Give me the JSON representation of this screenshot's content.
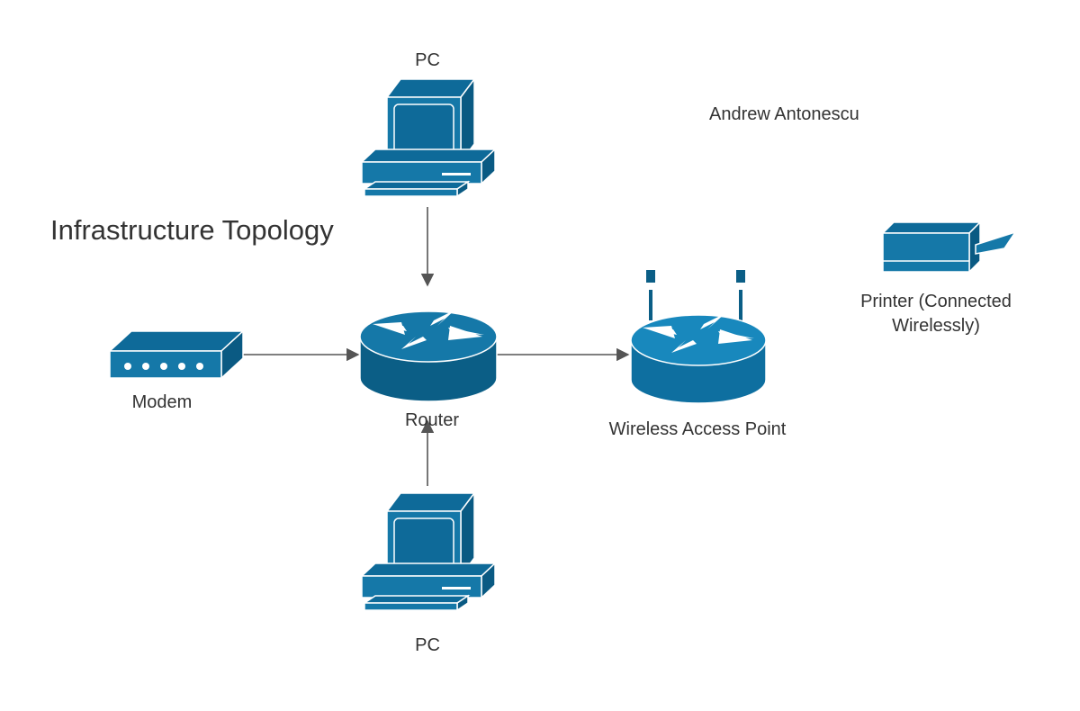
{
  "title": "Infrastructure Topology",
  "author": "Andrew Antonescu",
  "colors": {
    "device": "#1578a8",
    "device_dark": "#0b5e86",
    "highlight": "#ffffff",
    "connector": "#555555"
  },
  "nodes": {
    "pc_top": {
      "label": "PC",
      "icon": "desktop-computer-icon"
    },
    "pc_bottom": {
      "label": "PC",
      "icon": "desktop-computer-icon"
    },
    "modem": {
      "label": "Modem",
      "icon": "modem-icon"
    },
    "router": {
      "label": "Router",
      "icon": "router-icon"
    },
    "wap": {
      "label": "Wireless Access Point",
      "icon": "wireless-access-point-icon"
    },
    "printer": {
      "label": "Printer (Connected Wirelessly)",
      "icon": "printer-icon"
    }
  },
  "edges": [
    {
      "from": "pc_top",
      "to": "router"
    },
    {
      "from": "pc_bottom",
      "to": "router"
    },
    {
      "from": "modem",
      "to": "router"
    },
    {
      "from": "router",
      "to": "wap"
    }
  ]
}
